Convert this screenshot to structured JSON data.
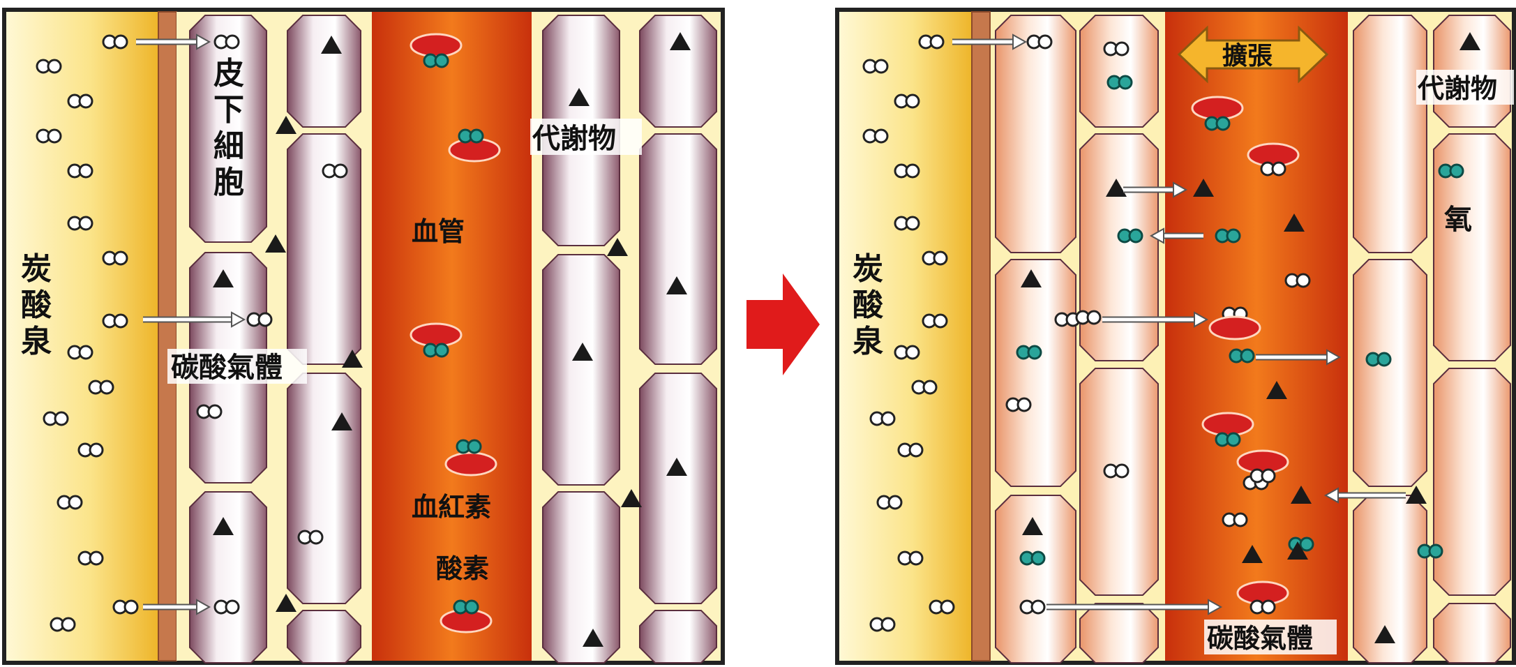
{
  "before": {
    "hot_spring": "炭酸泉",
    "subcutaneous_cell": "皮下細胞",
    "co2_gas": "碳酸氣體",
    "blood_vessel": "血管",
    "metabolite": "代謝物",
    "hemoglobin": "血紅素",
    "oxygen": "酸素"
  },
  "after": {
    "hot_spring": "炭酸泉",
    "dilation": "擴張",
    "metabolite": "代謝物",
    "oxygen": "氧",
    "co2_gas": "碳酸氣體"
  },
  "colors": {
    "spring_gold": "#f2c230",
    "vessel_red": "#d83a0c",
    "cell_purple": "#8a5a6e",
    "cell_peach": "#f2a77a",
    "arrow_red": "#e01b1b",
    "hemoglobin_red": "#d42020",
    "oxygen_teal": "#2aa59a"
  }
}
